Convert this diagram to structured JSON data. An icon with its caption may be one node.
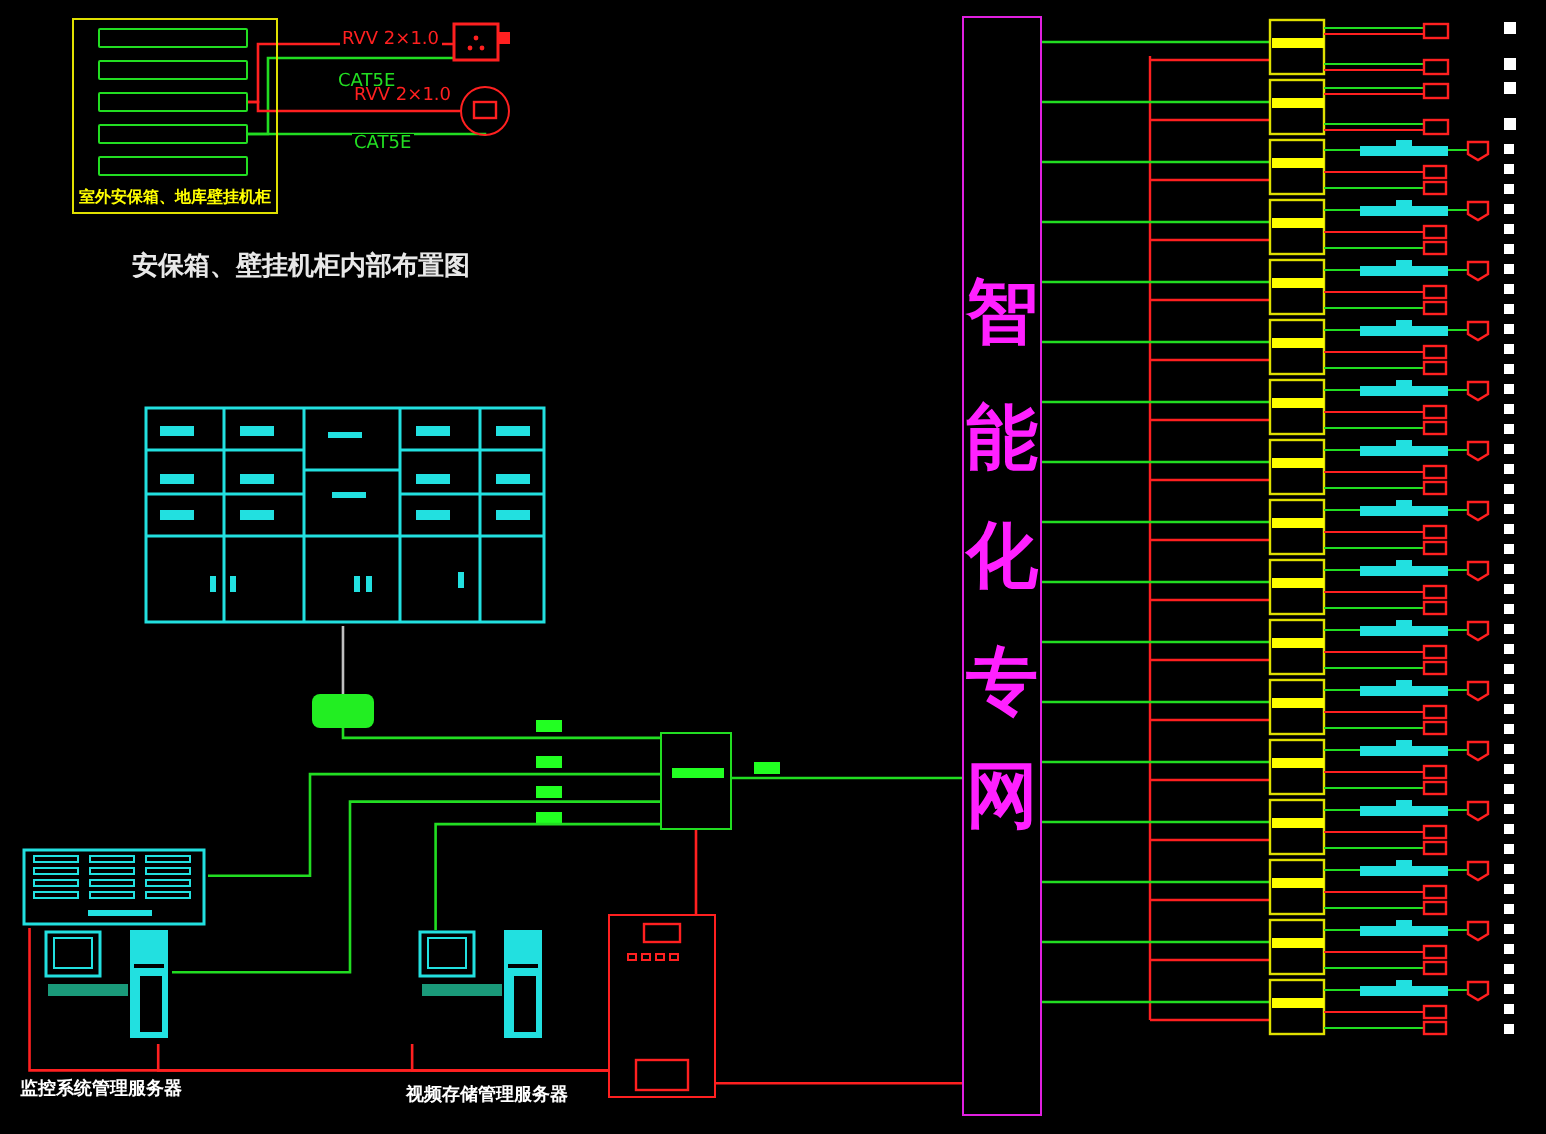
{
  "diagram": {
    "nodes": [
      {
        "text": [
          "室外安保箱、地库壁挂机柜"
        ]
      },
      {
        "text": [],
        "shape": "box",
        "in": 0
      },
      {
        "text": [],
        "shape": "box",
        "in": 0
      },
      {
        "text": [],
        "shape": "box",
        "in": 0
      },
      {
        "text": [],
        "shape": "box",
        "in": 0
      },
      {
        "text": [],
        "shape": "box",
        "in": 0
      },
      {
        "text": [],
        "shape": "box"
      },
      {
        "text": [],
        "shape": "circle"
      },
      {
        "text": [],
        "shape": "picture"
      },
      {
        "text": [],
        "shape": "box"
      },
      {
        "text": [],
        "shape": "box"
      },
      {
        "text": [],
        "shape": "picture"
      },
      {
        "text": [],
        "shape": "picture"
      },
      {
        "text": [],
        "shape": "picture"
      },
      {
        "text": [],
        "shape": "box"
      },
      {
        "text": [
          "智能化专网"
        ]
      }
    ],
    "edges": [
      {
        "from": 3,
        "to": 6,
        "arrow": "none",
        "label": "RVV 2×1.0",
        "color": "#ff2020"
      },
      {
        "from": 4,
        "to": 6,
        "arrow": "none",
        "label": "CAT5E",
        "color": "#22dd22"
      },
      {
        "from": 3,
        "to": 7,
        "arrow": "none",
        "label": "RVV 2×1.0",
        "color": "#ff2020"
      },
      {
        "from": 4,
        "to": 7,
        "arrow": "none",
        "label": "CAT5E",
        "color": "#22dd22"
      },
      {
        "from": 8,
        "to": 9,
        "arrow": "none",
        "color": "#c0c0c0"
      },
      {
        "from": 9,
        "to": 10,
        "arrow": "none",
        "color": "#22dd22"
      },
      {
        "from": 11,
        "to": 10,
        "arrow": "none",
        "color": "#22dd22"
      },
      {
        "from": 12,
        "to": 10,
        "arrow": "none",
        "color": "#22dd22"
      },
      {
        "from": 13,
        "to": 10,
        "arrow": "none",
        "color": "#22dd22"
      },
      {
        "from": 10,
        "to": 15,
        "arrow": "none",
        "color": "#22dd22"
      },
      {
        "from": 10,
        "to": 14,
        "arrow": "none",
        "color": "#ff2020"
      },
      {
        "from": 11,
        "to": 14,
        "arrow": "none",
        "color": "#ff2020"
      },
      {
        "from": 12,
        "to": 14,
        "arrow": "none",
        "color": "#ff2020"
      },
      {
        "from": 13,
        "to": 14,
        "arrow": "none",
        "color": "#ff2020"
      },
      {
        "from": 14,
        "to": 15,
        "arrow": "none",
        "color": "#ff2020"
      }
    ],
    "labels": [
      "安保箱、壁挂机柜内部布置图",
      "监控系统管理服务器",
      "视频存储管理服务器"
    ]
  }
}
